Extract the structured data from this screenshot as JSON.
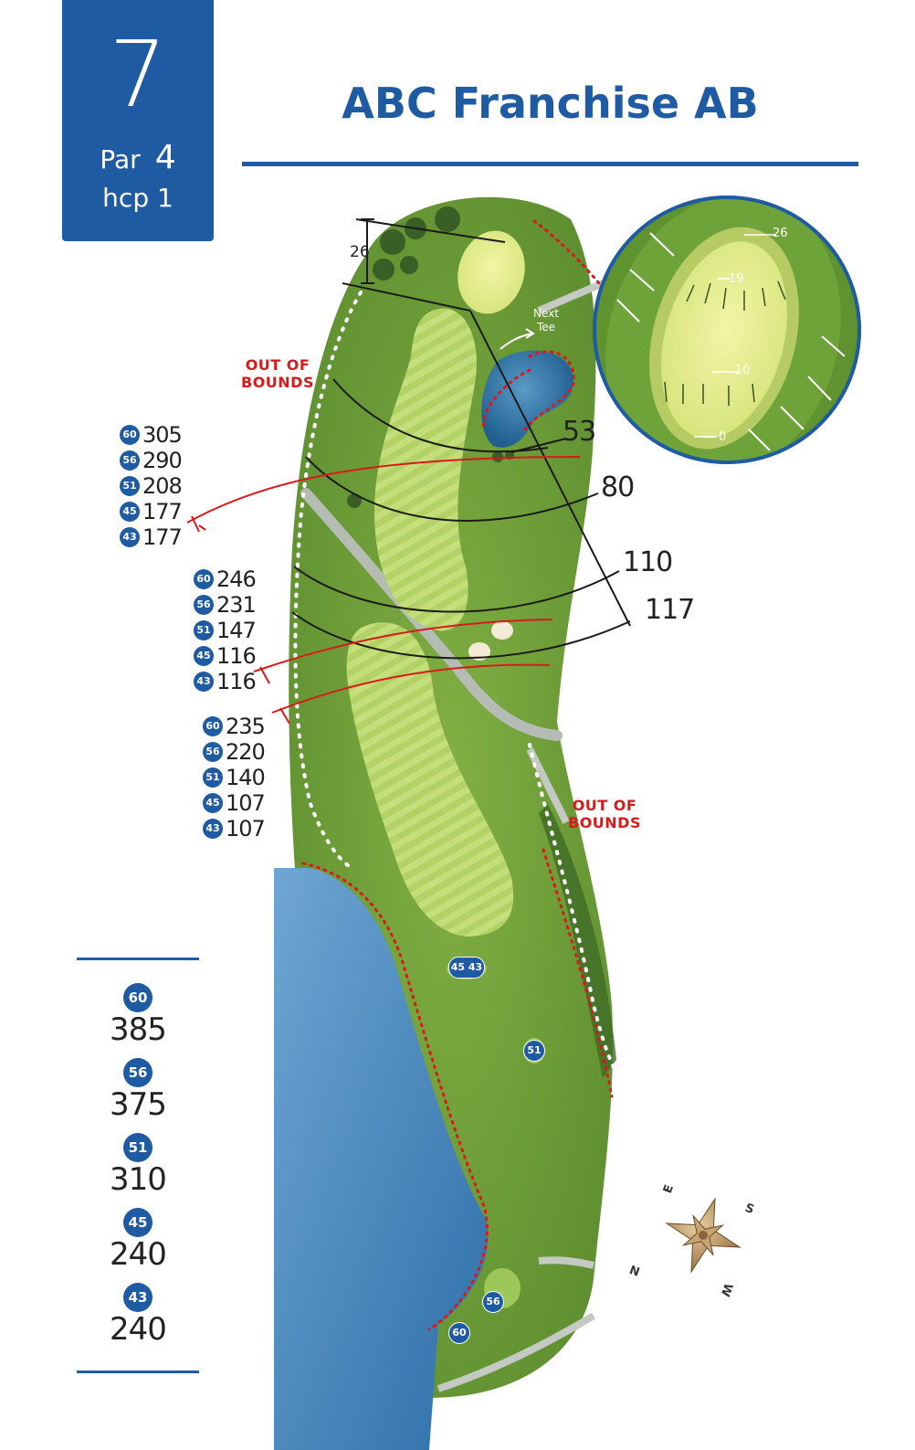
{
  "hole": {
    "number": "7",
    "par_label": "Par",
    "par": "4",
    "hcp": "hcp 1"
  },
  "title": "ABC Franchise AB",
  "colors": {
    "brand_blue": "#1f5ba3",
    "oob_red": "#d91a1a",
    "water": "#3c7fb8",
    "fairway": "#b6d56a",
    "rough": "#6d9d3a"
  },
  "out_of_bounds": {
    "left": [
      "OUT OF",
      "BOUNDS"
    ],
    "right": [
      "OUT OF",
      "BOUNDS"
    ]
  },
  "next_tee": [
    "Next",
    "Tee"
  ],
  "green_depth": "26",
  "green_detail": {
    "top": "26",
    "mid_upper": "19",
    "mid_lower": "10",
    "bottom": "0"
  },
  "arc_labels": [
    "53",
    "80",
    "110",
    "117"
  ],
  "distance_groups": [
    {
      "rows": [
        {
          "tee": "60",
          "value": "305"
        },
        {
          "tee": "56",
          "value": "290"
        },
        {
          "tee": "51",
          "value": "208"
        },
        {
          "tee": "45",
          "value": "177"
        },
        {
          "tee": "43",
          "value": "177"
        }
      ]
    },
    {
      "rows": [
        {
          "tee": "60",
          "value": "246"
        },
        {
          "tee": "56",
          "value": "231"
        },
        {
          "tee": "51",
          "value": "147"
        },
        {
          "tee": "45",
          "value": "116"
        },
        {
          "tee": "43",
          "value": "116"
        }
      ]
    },
    {
      "rows": [
        {
          "tee": "60",
          "value": "235"
        },
        {
          "tee": "56",
          "value": "220"
        },
        {
          "tee": "51",
          "value": "140"
        },
        {
          "tee": "45",
          "value": "107"
        },
        {
          "tee": "43",
          "value": "107"
        }
      ]
    }
  ],
  "totals": [
    {
      "tee": "60",
      "length": "385"
    },
    {
      "tee": "56",
      "length": "375"
    },
    {
      "tee": "51",
      "length": "310"
    },
    {
      "tee": "45",
      "length": "240"
    },
    {
      "tee": "43",
      "length": "240"
    }
  ],
  "tee_markers": {
    "forward": "45 43",
    "t51": "51",
    "t56": "56",
    "t60": "60"
  },
  "compass": {
    "n": "N",
    "e": "E",
    "s": "S",
    "w": "W"
  }
}
